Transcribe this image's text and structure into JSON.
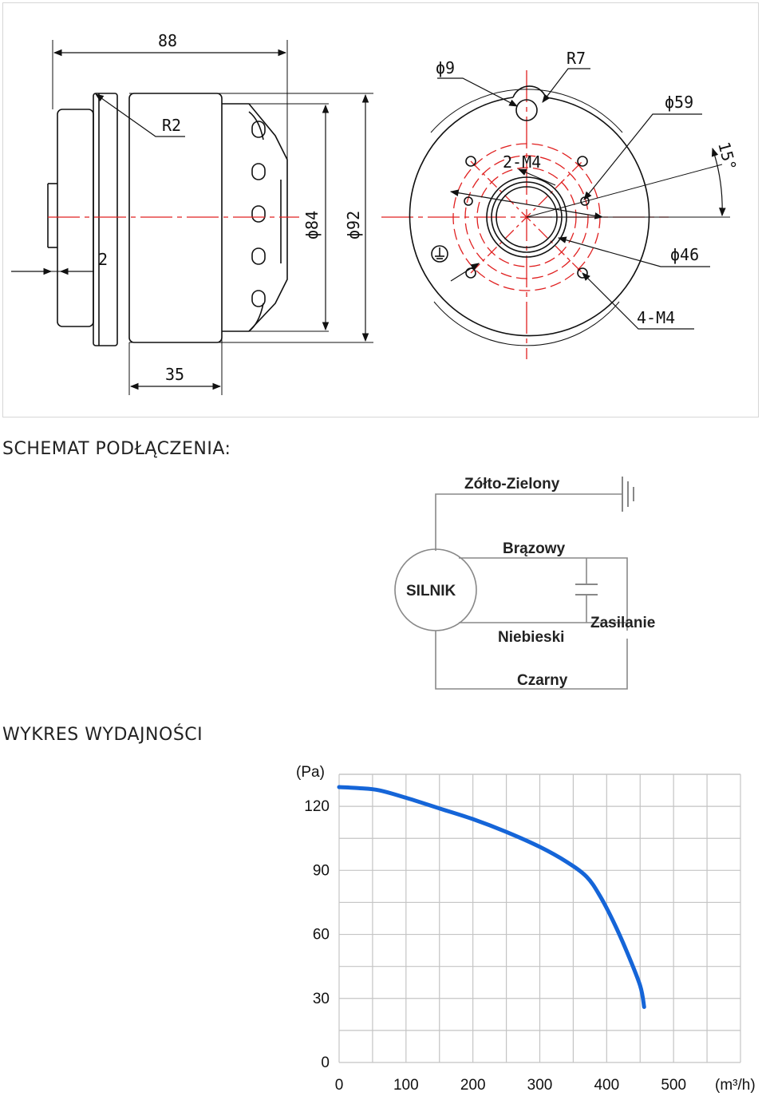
{
  "technical_drawing": {
    "side_view": {
      "dim_total_length": "88",
      "dim_radius": "R2",
      "dim_flange": "2",
      "dim_body": "35",
      "dim_diameter_inner": "ϕ84",
      "dim_diameter_outer": "ϕ92"
    },
    "front_view": {
      "dim_hole": "ϕ9",
      "dim_tab_radius": "R7",
      "dim_bolt_circle": "ϕ59",
      "dim_angle": "15°",
      "dim_thread_top": "2-M4",
      "dim_inner_circle": "ϕ46",
      "dim_thread_bottom": "4-M4"
    },
    "colors": {
      "line": "#111111",
      "centerline": "#e02020"
    }
  },
  "wiring": {
    "title": "SCHEMAT PODŁĄCZENIA:",
    "motor_label": "SILNIK",
    "wire_ground": "Zółto-Zielony",
    "wire_brown": "Brązowy",
    "wire_blue": "Niebieski",
    "wire_black": "Czarny",
    "supply_label": "Zasilanie"
  },
  "performance": {
    "title": "WYKRES WYDAJNOŚCI"
  },
  "chart_data": {
    "type": "line",
    "xlabel": "(m³/h)",
    "ylabel": "(Pa)",
    "xlim": [
      0,
      600
    ],
    "ylim": [
      0,
      135
    ],
    "x_ticks": [
      "0",
      "100",
      "200",
      "300",
      "400",
      "500"
    ],
    "y_ticks": [
      "0",
      "30",
      "60",
      "90",
      "120"
    ],
    "grid": true,
    "series": [
      {
        "color": "#1565d8",
        "x": [
          0,
          30,
          60,
          100,
          150,
          200,
          250,
          300,
          340,
          370,
          390,
          410,
          430,
          450,
          456
        ],
        "y": [
          129,
          128.5,
          127.5,
          124,
          119,
          114,
          108,
          101,
          94,
          87,
          78,
          66,
          52,
          36,
          26
        ]
      }
    ]
  }
}
